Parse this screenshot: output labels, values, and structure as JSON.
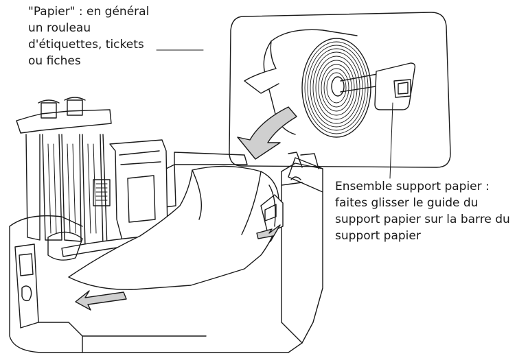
{
  "callouts": {
    "paper": {
      "lines": [
        "\"Papier\" : en général",
        "un rouleau",
        "d'étiquettes, tickets",
        "ou fiches"
      ]
    },
    "holder": {
      "lines": [
        "Ensemble support papier :",
        "faites glisser le guide du",
        "support papier sur la barre du",
        "support papier"
      ]
    }
  },
  "colors": {
    "line": "#1a1a1a",
    "arrow_fill": "#cfcfcf",
    "background": "#ffffff"
  }
}
